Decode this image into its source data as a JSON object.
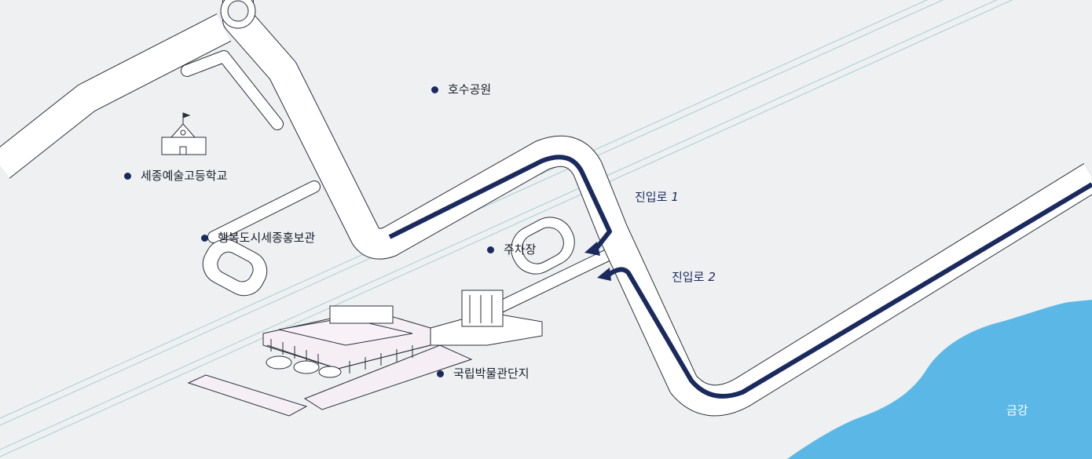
{
  "places": {
    "lake_park": "호수공원",
    "arts_high_school": "세종예술고등학교",
    "promo_hall": "행복도시세종홍보관",
    "parking": "주차장",
    "museum_complex": "국립박물관단지"
  },
  "routes": {
    "entrance_1": {
      "label": "진입로",
      "number": "1"
    },
    "entrance_2": {
      "label": "진입로",
      "number": "2"
    }
  },
  "water": {
    "river": "금강"
  },
  "icons": [
    "school-icon",
    "museum-building-icon"
  ],
  "colors": {
    "background": "#eef0f2",
    "road_fill": "#ffffff",
    "road_outline": "#2b2f38",
    "route_line": "#1b2a5e",
    "river": "#5bb8e6",
    "rail_lines": "#a9cfd0",
    "lot_fill": "#f5eef5"
  }
}
